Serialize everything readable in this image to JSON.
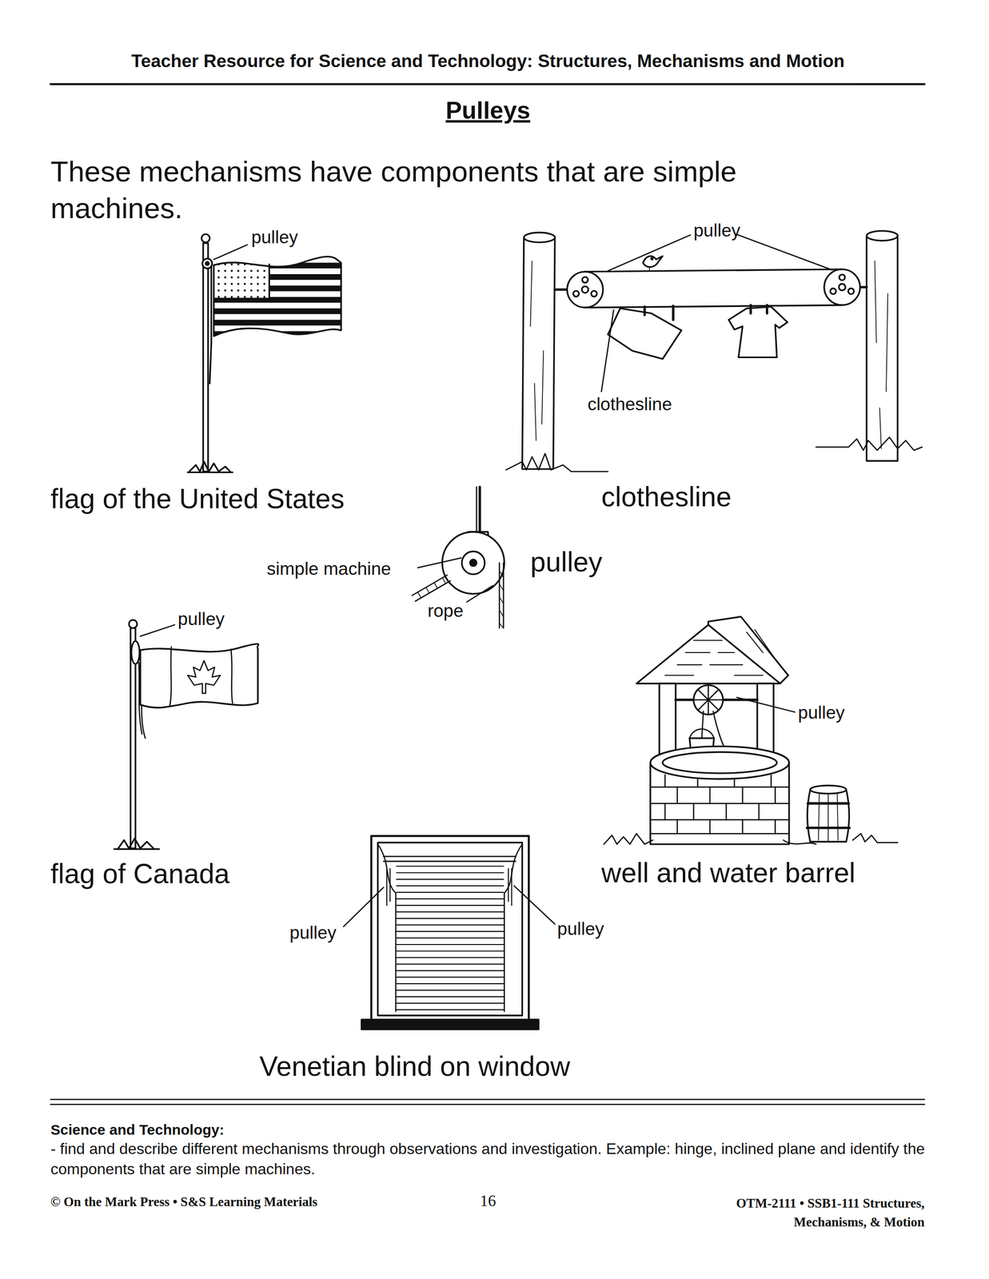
{
  "diagram": {
    "title": "Pulleys",
    "labels": [
      "Teacher Resource for Science and Technology:  Structures, Mechanisms and Motion",
      "These mechanisms have components that are simple machines.",
      "pulley",
      "pulley",
      "clothesline",
      "flag of the United States",
      "clothesline",
      "simple machine",
      "pulley",
      "rope",
      "pulley",
      "pulley",
      "flag of Canada",
      "well and water barrel",
      "pulley",
      "pulley",
      "Venetian blind on window",
      "Science and Technology:",
      "- find and describe different mechanisms through observations and investigation.  Example:  hinge, inclined plane and identify the components that are simple machines.",
      "© On the Mark Press • S&S Learning Materials",
      "16",
      "OTM-2111 • SSB1-111 Structures, Mechanisms, & Motion"
    ]
  }
}
